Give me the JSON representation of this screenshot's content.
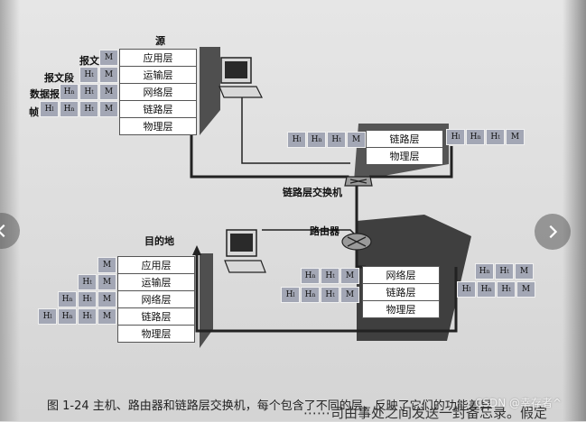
{
  "labels": {
    "source": "源",
    "destination": "目的地",
    "router": "路由器",
    "link_switch": "链路层交换机"
  },
  "row_labels": {
    "message": "报文",
    "segment": "报文段",
    "datagram": "数据报",
    "frame": "帧"
  },
  "layers": {
    "application": "应用层",
    "transport": "运输层",
    "network": "网络层",
    "link": "链路层",
    "physical": "物理层"
  },
  "header_glyphs": {
    "message": "M",
    "transport": "H",
    "transport_sub": "t",
    "network": "H",
    "network_sub": "n",
    "link": "H",
    "link_sub": "l"
  },
  "caption": "图 1-24   主机、路由器和链路层交换机，每个包含了不同的层，反映了它们的功能差异",
  "footer_text": "⋯⋯司由事处之间发送一封备忘录。假定",
  "watermark": "CSDN @幸存者^",
  "colors": {
    "header_fill": "#a3a7b5",
    "layer_fill": "#ffffff",
    "shadow_fill": "#4d4d4d",
    "line_color": "#222222"
  },
  "nav": {
    "previous_icon": "chevron-left-icon",
    "next_icon": "chevron-right-icon"
  }
}
